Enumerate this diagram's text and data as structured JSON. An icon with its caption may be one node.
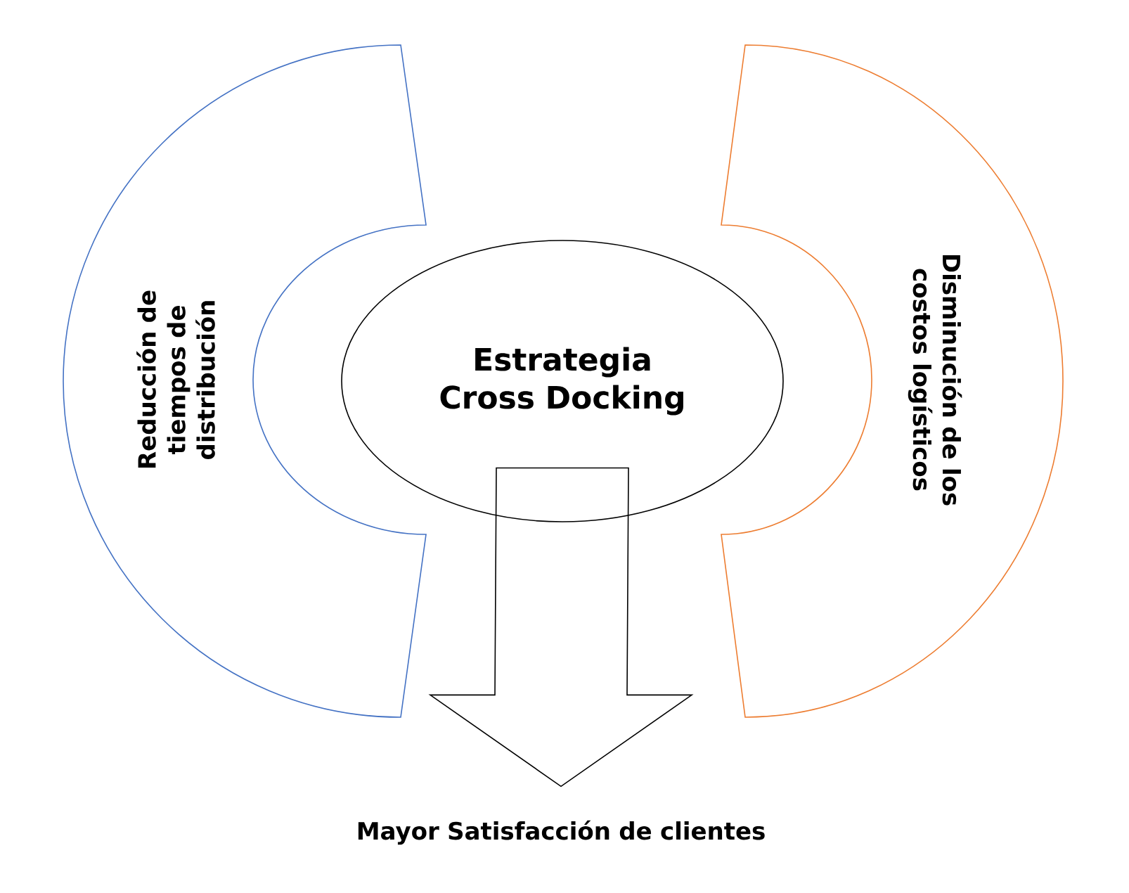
{
  "diagram": {
    "nodes": [
      {
        "text": [
          "Estrategia Cross Docking"
        ]
      },
      {
        "text": [
          "Reducción de tiempos de distribución"
        ]
      },
      {
        "text": [
          "Disminución de los costos logísticos"
        ]
      },
      {
        "text": [
          "Mayor Satisfacción de clientes"
        ]
      }
    ],
    "edges": [
      {
        "from": 0,
        "to": 3,
        "arrow": "to"
      }
    ]
  }
}
